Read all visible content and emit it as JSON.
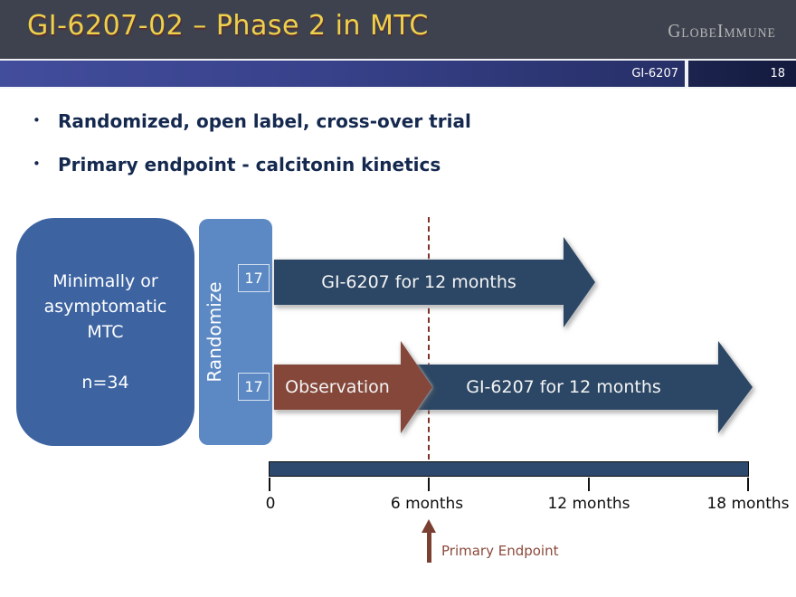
{
  "header": {
    "title": "GI-6207-02 – Phase 2 in MTC",
    "logo": "GlobeImmune"
  },
  "statusbar": {
    "product": "GI-6207",
    "page": "18"
  },
  "bullets": {
    "marker": "•",
    "items": [
      "Randomized, open label, cross-over trial",
      "Primary endpoint - calcitonin kinetics"
    ]
  },
  "diagram": {
    "population_box": {
      "line1": "Minimally or",
      "line2": "asymptomatic",
      "line3": "MTC",
      "n": "n=34"
    },
    "randomize_label": "Randomize",
    "arm1": {
      "n": "17",
      "arrow": "GI-6207 for 12 months"
    },
    "arm2": {
      "n": "17",
      "arrow_observation": "Observation",
      "arrow_treatment": "GI-6207 for 12 months"
    },
    "timeline": {
      "ticks": [
        "0",
        "6 months",
        "12 months",
        "18 months"
      ],
      "primary_endpoint_label": "Primary Endpoint",
      "primary_endpoint_position": "6 months"
    }
  },
  "colors": {
    "header_bg": "#3d424e",
    "title_yellow": "#edd04b",
    "strip_blue_left": "#424d9c",
    "strip_blue_right": "#262f66",
    "bullet_navy": "#15294f",
    "population_box_blue": "#3d64a1",
    "randomize_blue": "#5c89c4",
    "arrow_navy": "#2c4765",
    "arrow_brown": "#84473a",
    "endpoint_maroon": "#7b3f32",
    "timeline_bar": "#2d4a6e"
  }
}
